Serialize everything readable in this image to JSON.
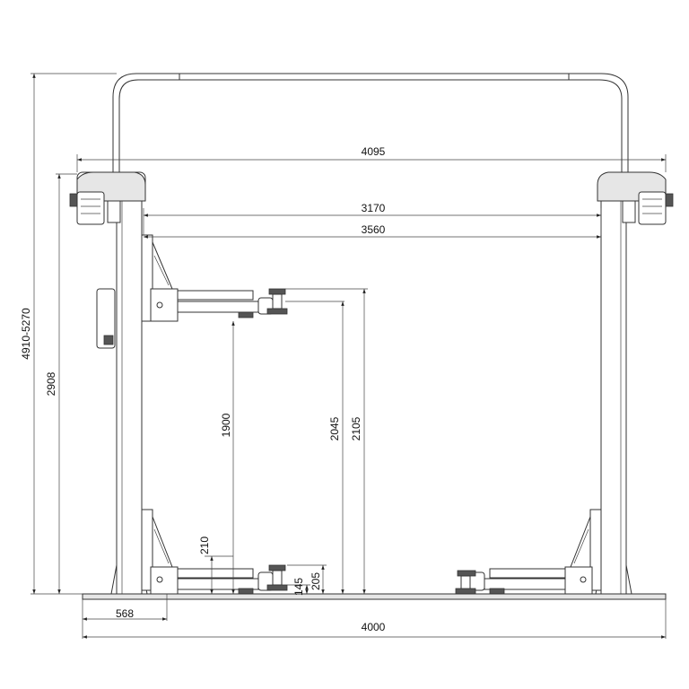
{
  "dimensions": {
    "top_width": "4095",
    "inner_width": "3170",
    "arm_span": "3560",
    "total_height": "4910-5270",
    "column_height": "2908",
    "lift_travel": "1900",
    "max_height_a": "2045",
    "max_height_b": "2105",
    "min_arm_offset": "210",
    "min_height_a": "145",
    "min_height_b": "205",
    "base_offset": "568",
    "base_width": "4000"
  }
}
